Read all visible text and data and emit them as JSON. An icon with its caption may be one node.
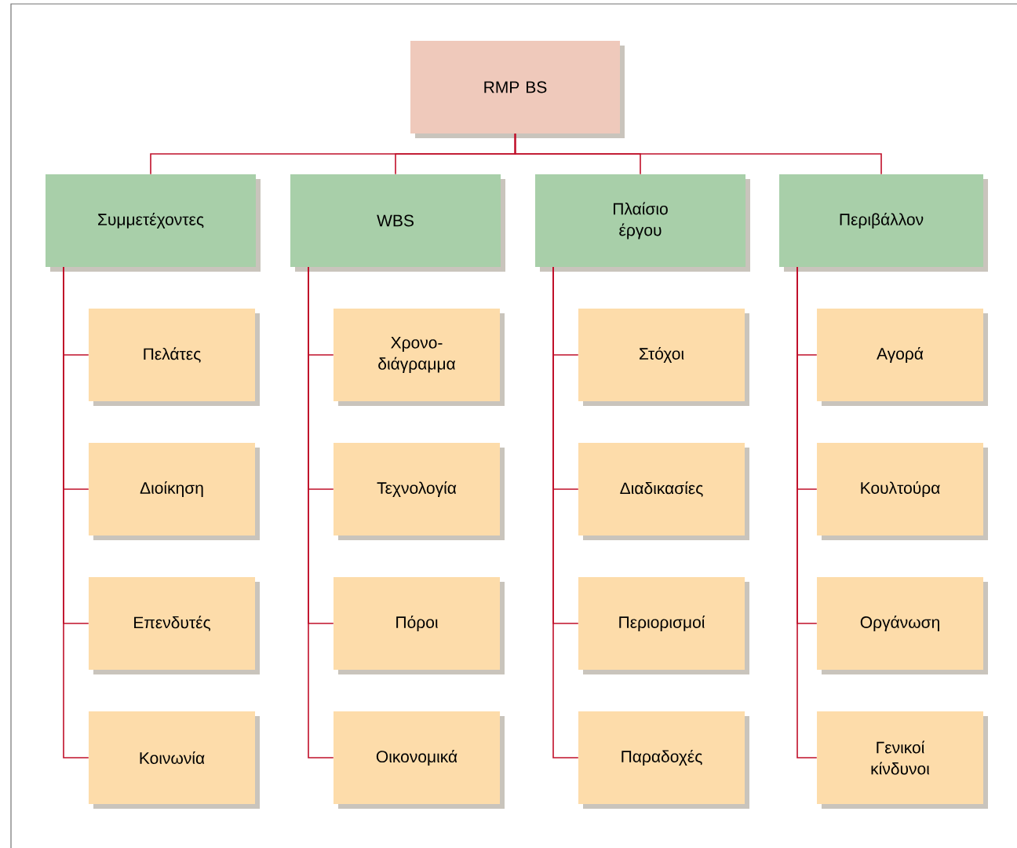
{
  "diagram": {
    "nodes": [
      {
        "text": [
          "RMP BS"
        ]
      },
      {
        "text": [
          "Συμμετέχοντες"
        ]
      },
      {
        "text": [
          "WBS"
        ]
      },
      {
        "text": [
          "Πλαίσιο έργου"
        ]
      },
      {
        "text": [
          "Περιβάλλον"
        ]
      },
      {
        "text": [
          "Πελάτες"
        ]
      },
      {
        "text": [
          "Διοίκηση"
        ]
      },
      {
        "text": [
          "Επενδυτές"
        ]
      },
      {
        "text": [
          "Κοινωνία"
        ]
      },
      {
        "text": [
          "Χρονο-διάγραμμα"
        ]
      },
      {
        "text": [
          "Τεχνολογία"
        ]
      },
      {
        "text": [
          "Πόροι"
        ]
      },
      {
        "text": [
          "Οικονομικά"
        ]
      },
      {
        "text": [
          "Στόχοι"
        ]
      },
      {
        "text": [
          "Διαδικασίες"
        ]
      },
      {
        "text": [
          "Περιορισμοί"
        ]
      },
      {
        "text": [
          "Παραδοχές"
        ]
      },
      {
        "text": [
          "Αγορά"
        ]
      },
      {
        "text": [
          "Κουλτούρα"
        ]
      },
      {
        "text": [
          "Οργάνωση"
        ]
      },
      {
        "text": [
          "Γενικοί κίνδυνοι"
        ]
      }
    ],
    "edges": [
      {
        "from": 0,
        "to": 1,
        "arrow": "none"
      },
      {
        "from": 0,
        "to": 2,
        "arrow": "none"
      },
      {
        "from": 0,
        "to": 3,
        "arrow": "none"
      },
      {
        "from": 0,
        "to": 4,
        "arrow": "none"
      },
      {
        "from": 1,
        "to": 5,
        "arrow": "none"
      },
      {
        "from": 1,
        "to": 6,
        "arrow": "none"
      },
      {
        "from": 1,
        "to": 7,
        "arrow": "none"
      },
      {
        "from": 1,
        "to": 8,
        "arrow": "none"
      },
      {
        "from": 2,
        "to": 9,
        "arrow": "none"
      },
      {
        "from": 2,
        "to": 10,
        "arrow": "none"
      },
      {
        "from": 2,
        "to": 11,
        "arrow": "none"
      },
      {
        "from": 2,
        "to": 12,
        "arrow": "none"
      },
      {
        "from": 3,
        "to": 13,
        "arrow": "none"
      },
      {
        "from": 3,
        "to": 14,
        "arrow": "none"
      },
      {
        "from": 3,
        "to": 15,
        "arrow": "none"
      },
      {
        "from": 3,
        "to": 16,
        "arrow": "none"
      },
      {
        "from": 4,
        "to": 17,
        "arrow": "none"
      },
      {
        "from": 4,
        "to": 18,
        "arrow": "none"
      },
      {
        "from": 4,
        "to": 19,
        "arrow": "none"
      },
      {
        "from": 4,
        "to": 20,
        "arrow": "none"
      }
    ]
  }
}
